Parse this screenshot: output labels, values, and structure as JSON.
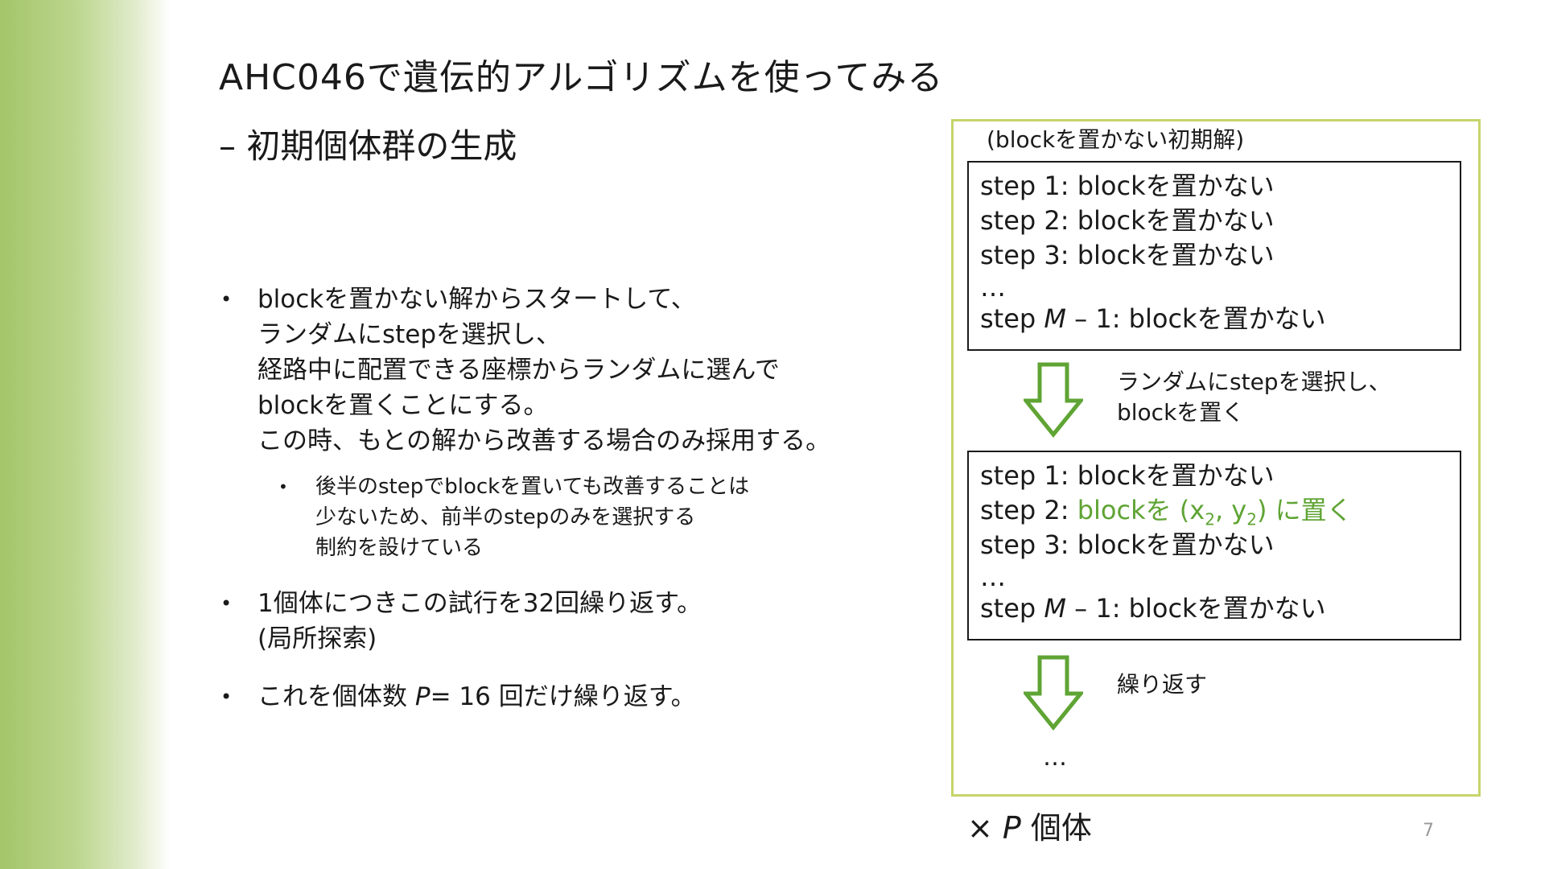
{
  "slide": {
    "title": "AHC046で遺伝的アルゴリズムを使ってみる",
    "subtitle": "– 初期個体群の生成",
    "page_number": "7"
  },
  "bullets": [
    {
      "lines": [
        "blockを置かない解からスタートして、",
        "ランダムにstepを選択し、",
        "経路中に配置できる座標からランダムに選んで",
        "blockを置くことにする。",
        "この時、もとの解から改善する場合のみ採用する。"
      ],
      "sub": [
        "後半のstepでblockを置いても改善することは",
        "少ないため、前半のstepのみを選択する",
        "制約を設けている"
      ]
    },
    {
      "lines": [
        "1個体につきこの試行を32回繰り返す。",
        "(局所探索)"
      ]
    },
    {
      "prefix": "これを個体数 ",
      "var": "P",
      "suffix": "= 16 回だけ繰り返す。"
    }
  ],
  "diagram": {
    "caption": "(blockを置かない初期解)",
    "box1": {
      "step1": "step 1: blockを置かない",
      "step2": "step 2: blockを置かない",
      "step3": "step 3: blockを置かない",
      "ellipsis": "…",
      "last_prefix": "step ",
      "last_var": "M",
      "last_suffix": " – 1: blockを置かない"
    },
    "arrow1_text": [
      "ランダムにstepを選択し、",
      "blockを置く"
    ],
    "box2": {
      "step1": "step 1: blockを置かない",
      "step2_prefix": "step 2: ",
      "step2_green_a": "blockを (x",
      "step2_sub_x": "2",
      "step2_green_b": ", y",
      "step2_sub_y": "2",
      "step2_green_c": ") に置く",
      "step3": "step 3: blockを置かない",
      "ellipsis": "…",
      "last_prefix": "step ",
      "last_var": "M",
      "last_suffix": " – 1: blockを置かない"
    },
    "arrow2_text": "繰り返す",
    "more": "…",
    "times_prefix": "× ",
    "times_var": "P",
    "times_suffix": " 個体",
    "colors": {
      "frame": "#c7d46a",
      "arrow": "#5fa434",
      "highlight": "#5fa434",
      "sidebar_gradient": "#a4c56a"
    }
  }
}
